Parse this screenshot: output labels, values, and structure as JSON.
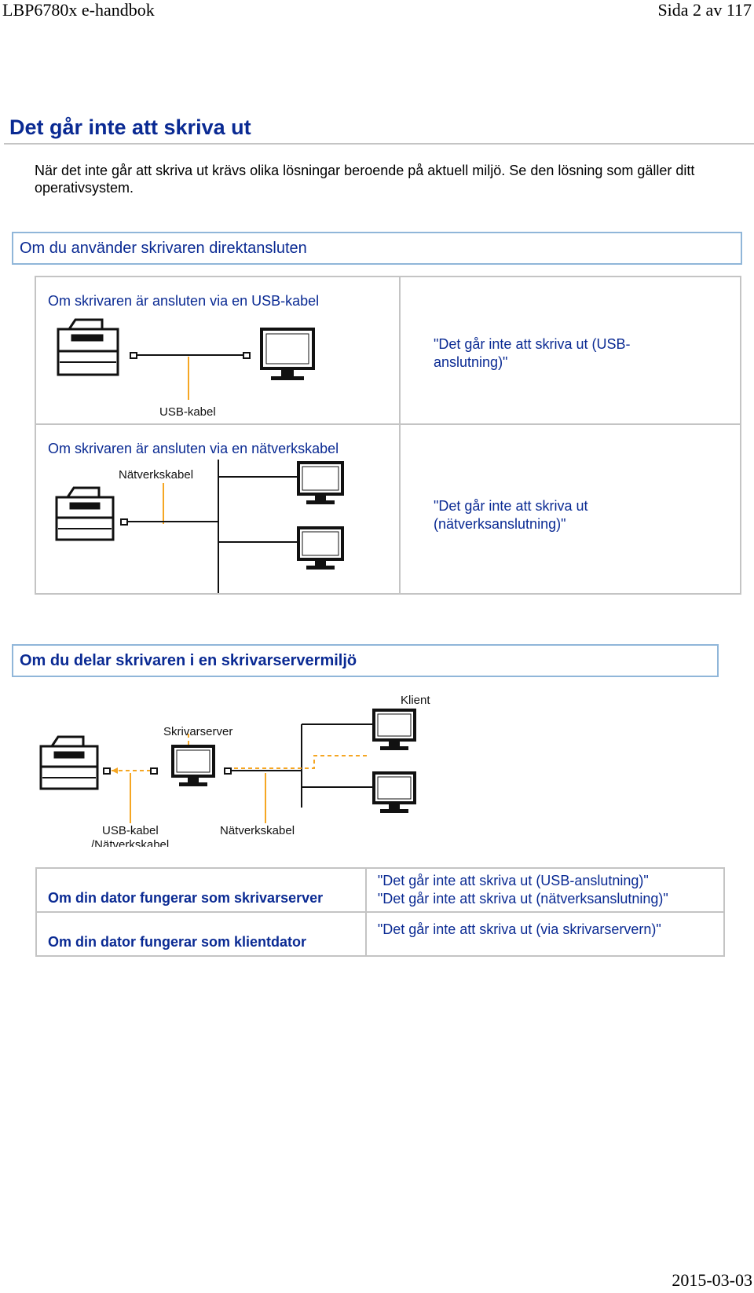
{
  "header": {
    "doc_title": "LBP6780x e-handbok",
    "page_label": "Sida 2 av 117"
  },
  "footer": {
    "date": "2015-03-03"
  },
  "title": "Det går inte att skriva ut",
  "intro": "När det inte går att skriva ut krävs olika lösningar beroende på aktuell miljö. Se den lösning som gäller ditt operativsystem.",
  "section1": {
    "heading": "Om du använder skrivaren direktansluten",
    "rows": [
      {
        "label": "Om skrivaren är ansluten via en USB-kabel",
        "diagram_label": "USB-kabel",
        "link": "\"Det går inte att skriva ut (USB-anslutning)\""
      },
      {
        "label": "Om skrivaren är ansluten via en nätverkskabel",
        "diagram_label": "Nätverkskabel",
        "link": "\"Det går inte att skriva ut (nätverksanslutning)\""
      }
    ]
  },
  "section2": {
    "heading": "Om du delar skrivaren i en skrivarservermiljö",
    "diagram": {
      "client_label": "Klient",
      "server_label": "Skrivarserver",
      "usb_label_line1": "USB-kabel",
      "usb_label_line2": "/Nätverkskabel",
      "network_label": "Nätverkskabel"
    },
    "table": [
      {
        "label": "Om din dator fungerar som skrivarserver",
        "links": [
          "\"Det går inte att skriva ut (USB-anslutning)\"",
          "\"Det går inte att skriva ut (nätverksanslutning)\""
        ]
      },
      {
        "label": "Om din dator fungerar som klientdator",
        "links": [
          "\"Det går inte att skriva ut (via skrivarservern)\""
        ]
      }
    ]
  },
  "colors": {
    "heading_blue": "#0a2a93",
    "section_border": "#90b6d9",
    "table_border": "#c4c4c4",
    "cable_orange": "#f5a623"
  }
}
